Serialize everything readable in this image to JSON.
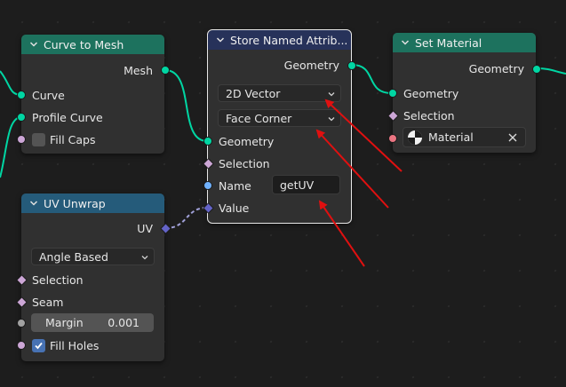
{
  "nodes": {
    "curve_to_mesh": {
      "title": "Curve to Mesh",
      "header_color": "#1d725e",
      "outputs": {
        "mesh": "Mesh"
      },
      "inputs": {
        "curve": "Curve",
        "profile_curve": "Profile Curve",
        "fill_caps": "Fill Caps"
      },
      "fill_caps_checked": false
    },
    "uv_unwrap": {
      "title": "UV Unwrap",
      "header_color": "#255b7a",
      "outputs": {
        "uv": "UV"
      },
      "method": "Angle Based",
      "inputs": {
        "selection": "Selection",
        "seam": "Seam",
        "fill_holes": "Fill Holes"
      },
      "margin": {
        "label": "Margin",
        "value": "0.001"
      },
      "fill_holes_checked": true
    },
    "store_named_attribute": {
      "title": "Store Named Attrib...",
      "header_color": "#27325a",
      "outputs": {
        "geometry": "Geometry"
      },
      "data_type": "2D Vector",
      "domain": "Face Corner",
      "inputs": {
        "geometry": "Geometry",
        "selection": "Selection",
        "name": "Name",
        "value": "Value"
      },
      "name_value": "getUV"
    },
    "set_material": {
      "title": "Set Material",
      "header_color": "#1d725e",
      "outputs": {
        "geometry": "Geometry"
      },
      "inputs": {
        "geometry": "Geometry",
        "selection": "Selection"
      },
      "material": "Material"
    }
  },
  "colors": {
    "geometry_socket": "#00d6a3",
    "vector_socket": "#6363c7",
    "annotation_arrow": "#e01010"
  }
}
